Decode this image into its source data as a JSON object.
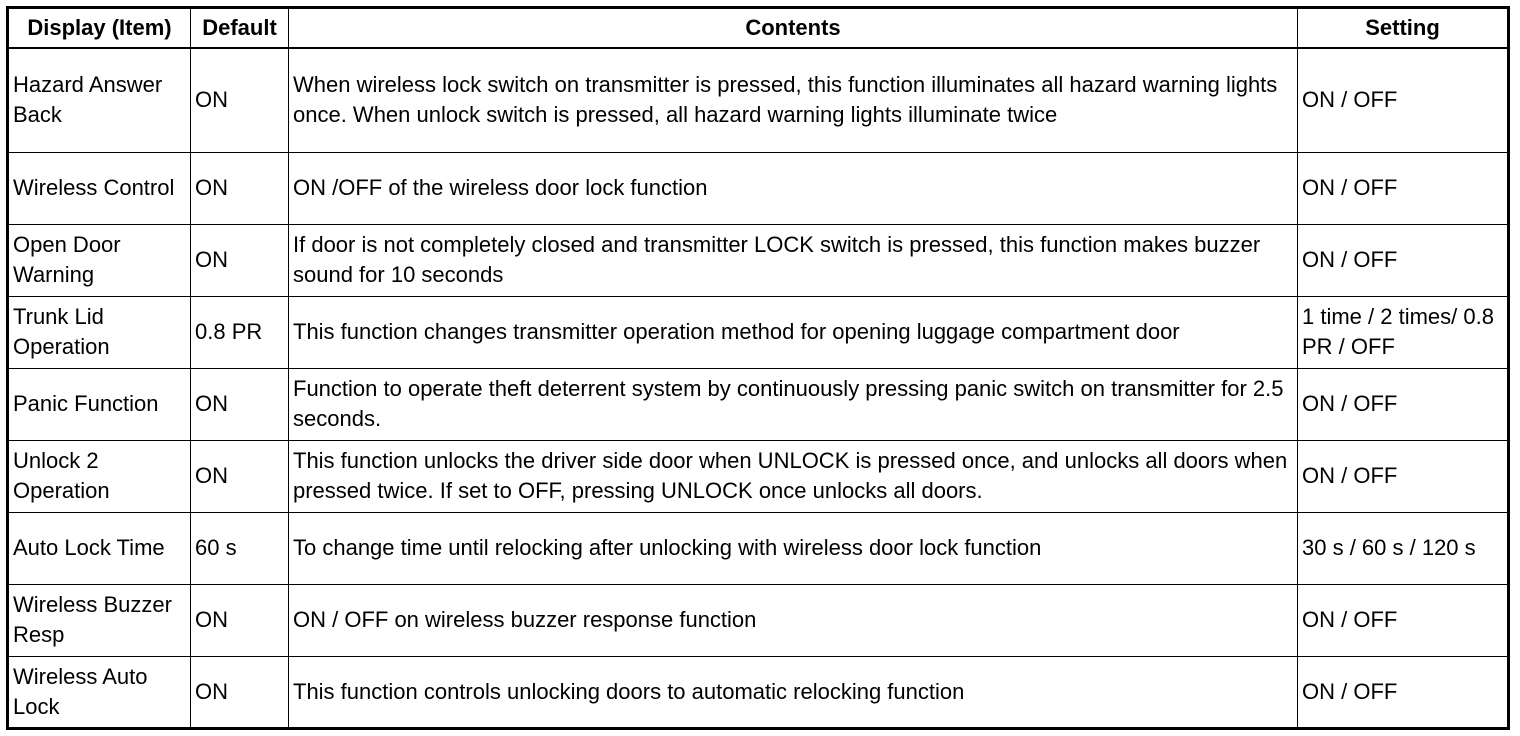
{
  "table": {
    "headers": {
      "display": "Display (Item)",
      "default": "Default",
      "contents": "Contents",
      "setting": "Setting"
    },
    "rows": [
      {
        "display": "Hazard Answer Back",
        "default": "ON",
        "contents": "When wireless lock switch on transmitter is pressed, this function illuminates all hazard warning lights once. When unlock switch is pressed, all hazard warning lights illuminate twice",
        "setting": "ON / OFF"
      },
      {
        "display": "Wireless Control",
        "default": "ON",
        "contents": "ON /OFF of the wireless door lock function",
        "setting": "ON / OFF"
      },
      {
        "display": "Open Door Warning",
        "default": "ON",
        "contents": "If door is not completely closed and transmitter LOCK switch is pressed, this function makes buzzer sound for 10 seconds",
        "setting": "ON / OFF"
      },
      {
        "display": "Trunk Lid Operation",
        "default": "0.8 PR",
        "contents": "This function changes transmitter operation method for opening luggage compartment door",
        "setting": "1 time / 2 times/ 0.8 PR / OFF"
      },
      {
        "display": "Panic Function",
        "default": "ON",
        "contents": "Function to operate theft deterrent system by continuously pressing panic switch on transmitter for 2.5 seconds.",
        "setting": "ON / OFF"
      },
      {
        "display": "Unlock 2 Operation",
        "default": "ON",
        "contents": "This function unlocks the driver side door when UNLOCK is pressed once, and unlocks all doors when pressed twice. If set to OFF, pressing UNLOCK once unlocks all doors.",
        "setting": "ON / OFF"
      },
      {
        "display": "Auto Lock Time",
        "default": "60 s",
        "contents": "To change time until relocking after unlocking with wireless door lock function",
        "setting": "30 s / 60 s / 120 s"
      },
      {
        "display": "Wireless Buzzer Resp",
        "default": "ON",
        "contents": "ON / OFF on wireless buzzer response function",
        "setting": "ON / OFF"
      },
      {
        "display": "Wireless Auto Lock",
        "default": "ON",
        "contents": "This function controls unlocking doors to automatic relocking function",
        "setting": "ON / OFF"
      }
    ]
  }
}
